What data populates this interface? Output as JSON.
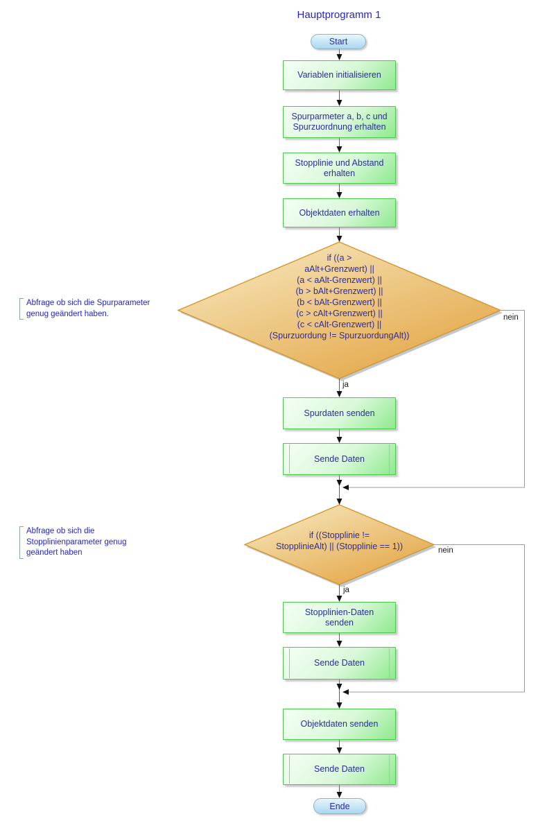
{
  "diagram": {
    "title": "Hauptprogramm 1"
  },
  "nodes": {
    "start": {
      "label": "Start"
    },
    "init": {
      "label": "Variablen initialisieren"
    },
    "get_params": {
      "label": "Spurparmeter a, b, c und\nSpurzuordnung erhalten"
    },
    "get_stopline": {
      "label": "Stopplinie und Abstand\nerhalten"
    },
    "get_objects": {
      "label": "Objektdaten erhalten"
    },
    "decision_lane": {
      "label": "if ((a >\naAlt+Grenzwert) ||\n(a < aAlt-Grenzwert) ||\n(b > bAlt+Grenzwert) ||\n(b < bAlt-Grenzwert) ||\n(c > cAlt+Grenzwert) ||\n(c < cAlt-Grenzwert) ||\n(Spurzuordung != SpurzuordungAlt))"
    },
    "send_lane": {
      "label": "Spurdaten senden"
    },
    "send_data_1": {
      "label": "Sende Daten"
    },
    "decision_stopline": {
      "label": "if ((Stopplinie !=\nStopplinieAlt) || (Stopplinie == 1))"
    },
    "send_stopline": {
      "label": "Stopplinien-Daten\nsenden"
    },
    "send_data_2": {
      "label": "Sende Daten"
    },
    "send_objects": {
      "label": "Objektdaten senden"
    },
    "send_data_3": {
      "label": "Sende Daten"
    },
    "end": {
      "label": "Ende"
    }
  },
  "edge_labels": {
    "ja1": "ja",
    "nein1": "nein",
    "ja2": "ja",
    "nein2": "nein"
  },
  "annotations": {
    "lane": "Abfrage ob sich die Spurparameter\ngenug geändert haben.",
    "stopline": "Abfrage ob sich die\nStopplinienparameter genug\ngeändert haben"
  },
  "colors": {
    "title_text": "#2424cd",
    "node_text": "#2b2ba4",
    "annotation_text": "#2424cd",
    "edge_label_text": "#1a1a1a",
    "process_border": "#46cc46",
    "process_fill_light": "#f5fff5",
    "process_fill_dark": "#8fe98f",
    "decision_border": "#d3962e",
    "decision_fill_light": "#f8ecc6",
    "decision_fill_dark": "#e3a544",
    "terminator_border": "#8fafc4",
    "terminator_fill_light": "#e9f6fc",
    "terminator_fill_dark": "#a9d7ef",
    "connector_main": "#5f5f5f",
    "connector_loop": "#9b9b9b",
    "arrowhead": "#121212"
  }
}
